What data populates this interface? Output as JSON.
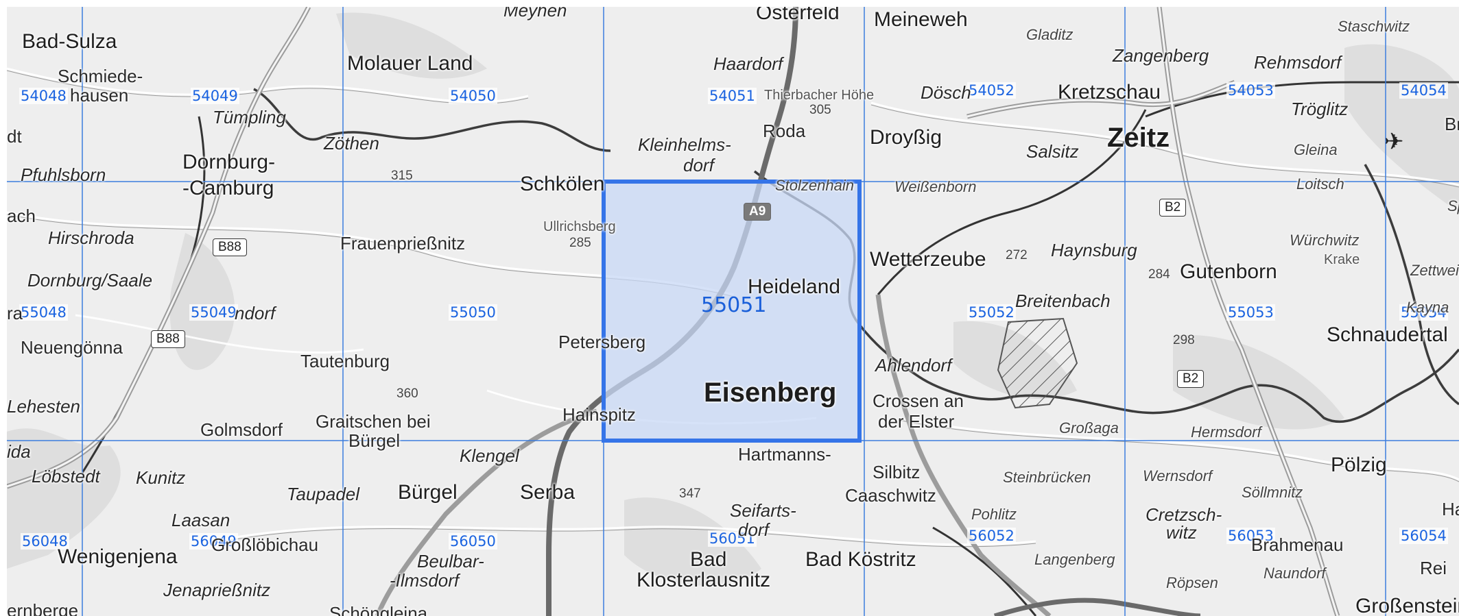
{
  "map": {
    "grid_columns": [
      "54048",
      "54049",
      "54050",
      "54051",
      "54052",
      "54053",
      "54054"
    ],
    "selected_cell": "55051",
    "cell_labels": [
      {
        "text": "54048"
      },
      {
        "text": "54049"
      },
      {
        "text": "54050"
      },
      {
        "text": "54051"
      },
      {
        "text": "54052"
      },
      {
        "text": "54053"
      },
      {
        "text": "54054"
      },
      {
        "text": "55048"
      },
      {
        "text": "55049"
      },
      {
        "text": "55050"
      },
      {
        "text": "55051"
      },
      {
        "text": "55052"
      },
      {
        "text": "55053"
      },
      {
        "text": "55054"
      },
      {
        "text": "56048"
      },
      {
        "text": "56049"
      },
      {
        "text": "56050"
      },
      {
        "text": "56051"
      },
      {
        "text": "56052"
      },
      {
        "text": "56053"
      },
      {
        "text": "56054"
      }
    ],
    "places": [
      {
        "text": "Bad-Sulza"
      },
      {
        "text": "Schmiede-"
      },
      {
        "text": "hausen"
      },
      {
        "text": "Molauer Land"
      },
      {
        "text": "Meyhen"
      },
      {
        "text": "Osterfeld"
      },
      {
        "text": "Meineweh"
      },
      {
        "text": "Gladitz"
      },
      {
        "text": "Zangenberg"
      },
      {
        "text": "Staschwitz"
      },
      {
        "text": "Haardorf"
      },
      {
        "text": "Thierbacher Höhe"
      },
      {
        "text": "Dösch"
      },
      {
        "text": "Kretzschau"
      },
      {
        "text": "Rehmsdorf"
      },
      {
        "text": "Tümpling"
      },
      {
        "text": "Zöthen"
      },
      {
        "text": "Roda"
      },
      {
        "text": "Droyßig"
      },
      {
        "text": "Salsitz"
      },
      {
        "text": "Zeitz"
      },
      {
        "text": "Tröglitz"
      },
      {
        "text": "Gleina"
      },
      {
        "text": "Bro"
      },
      {
        "text": "dt"
      },
      {
        "text": "Pfuhlsborn"
      },
      {
        "text": "Dornburg-"
      },
      {
        "text": "-Camburg"
      },
      {
        "text": "Kleinhelms-"
      },
      {
        "text": "dorf"
      },
      {
        "text": "Schkölen"
      },
      {
        "text": "Stolzenhain"
      },
      {
        "text": "Weißenborn"
      },
      {
        "text": "Loitsch"
      },
      {
        "text": "Sp"
      },
      {
        "text": "ach"
      },
      {
        "text": "Hirschroda"
      },
      {
        "text": "Frauenprießnitz"
      },
      {
        "text": "Ullrichsberg"
      },
      {
        "text": "Wetterzeube"
      },
      {
        "text": "Haynsburg"
      },
      {
        "text": "Würchwitz"
      },
      {
        "text": "Krake"
      },
      {
        "text": "Zettweil"
      },
      {
        "text": "Dornburg/Saale"
      },
      {
        "text": "Gutenborn"
      },
      {
        "text": "Heideland"
      },
      {
        "text": "Breitenbach"
      },
      {
        "text": "Kayna"
      },
      {
        "text": "ra"
      },
      {
        "text": "ndorf"
      },
      {
        "text": "Neuengönna"
      },
      {
        "text": "Petersberg"
      },
      {
        "text": "Schnaudertal"
      },
      {
        "text": "Tautenburg"
      },
      {
        "text": "Ahlendorf"
      },
      {
        "text": "Lehesten"
      },
      {
        "text": "Golmsdorf"
      },
      {
        "text": "Graitschen bei"
      },
      {
        "text": "Bürgel"
      },
      {
        "text": "Hainspitz"
      },
      {
        "text": "Eisenberg"
      },
      {
        "text": "Crossen an"
      },
      {
        "text": "der Elster"
      },
      {
        "text": "Großaga"
      },
      {
        "text": "Hermsdorf"
      },
      {
        "text": "Pölzig"
      },
      {
        "text": "ida"
      },
      {
        "text": "Löbstedt"
      },
      {
        "text": "Kunitz"
      },
      {
        "text": "Klengel"
      },
      {
        "text": "Hartmanns-"
      },
      {
        "text": "Silbitz"
      },
      {
        "text": "Steinbrücken"
      },
      {
        "text": "Wernsdorf"
      },
      {
        "text": "Söllmnitz"
      },
      {
        "text": "Taupadel"
      },
      {
        "text": "Bürgel"
      },
      {
        "text": "Serba"
      },
      {
        "text": "Caaschwitz"
      },
      {
        "text": "Pohlitz"
      },
      {
        "text": "Cretzsch-"
      },
      {
        "text": "witz"
      },
      {
        "text": "Ha"
      },
      {
        "text": "Laasan"
      },
      {
        "text": "Seifarts-"
      },
      {
        "text": "dorf"
      },
      {
        "text": "Brahmenau"
      },
      {
        "text": "Wenigenjena"
      },
      {
        "text": "Großlöbichau"
      },
      {
        "text": "Beulbar-"
      },
      {
        "text": "-Ilmsdorf"
      },
      {
        "text": "Bad"
      },
      {
        "text": "Klosterlausnitz"
      },
      {
        "text": "Bad Köstritz"
      },
      {
        "text": "Langenberg"
      },
      {
        "text": "Röpsen"
      },
      {
        "text": "Naundorf"
      },
      {
        "text": "Rei"
      },
      {
        "text": "Jenaprießnitz"
      },
      {
        "text": "Großenstein"
      },
      {
        "text": "ernberge"
      },
      {
        "text": "Schöngleina"
      }
    ],
    "elevations": [
      "315",
      "305",
      "285",
      "272",
      "284",
      "298",
      "360",
      "347"
    ],
    "road_shields": [
      "B88",
      "B88",
      "A9",
      "B2",
      "B2"
    ],
    "colors": {
      "grid_line": "#3b7ddd",
      "grid_label": "#1a63e0",
      "selection_fill": "#c8d8f5",
      "selection_border": "#3574e8",
      "background": "#eeeeee"
    },
    "icons": [
      "airport-icon"
    ]
  }
}
